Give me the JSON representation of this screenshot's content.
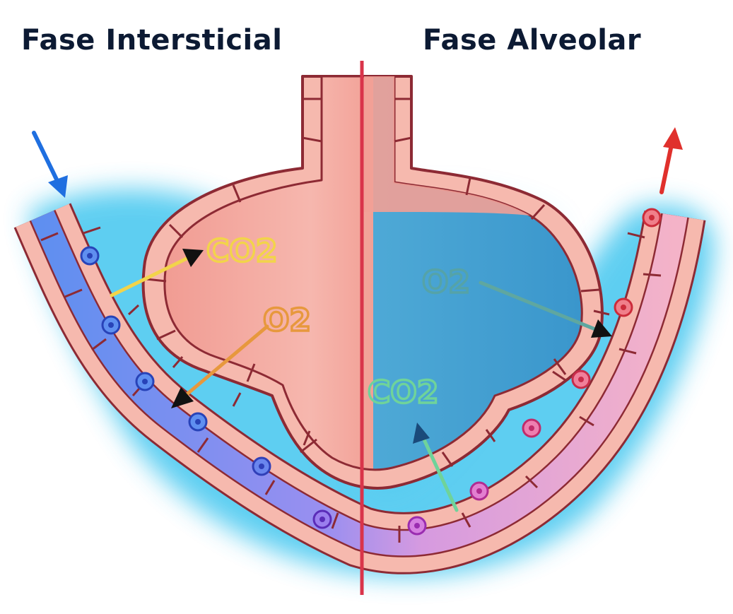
{
  "headings": {
    "left": "Fase Intersticial",
    "right": "Fase Alveolar"
  },
  "labels": {
    "left_co2": "CO2",
    "left_o2": "O2",
    "right_o2": "O2",
    "right_co2": "CO2"
  },
  "colors": {
    "heading": "#0c1a33",
    "divider": "#d9344a",
    "interstitial_fluid": "#43c6ef",
    "alveolus_fill": "#f2a096",
    "alveolus_wall": "#f6b9ae",
    "wall_outline": "#8d2a34",
    "venous_blood": "#5f8ff0",
    "arterial_blood": "#f0a7c4",
    "co2_left": "#f2d44a",
    "o2_left": "#e7983d",
    "o2_right": "#55a3a8",
    "co2_right": "#6fd39a",
    "inflow_arrow": "#1f6fe0",
    "outflow_arrow": "#e0302c"
  }
}
